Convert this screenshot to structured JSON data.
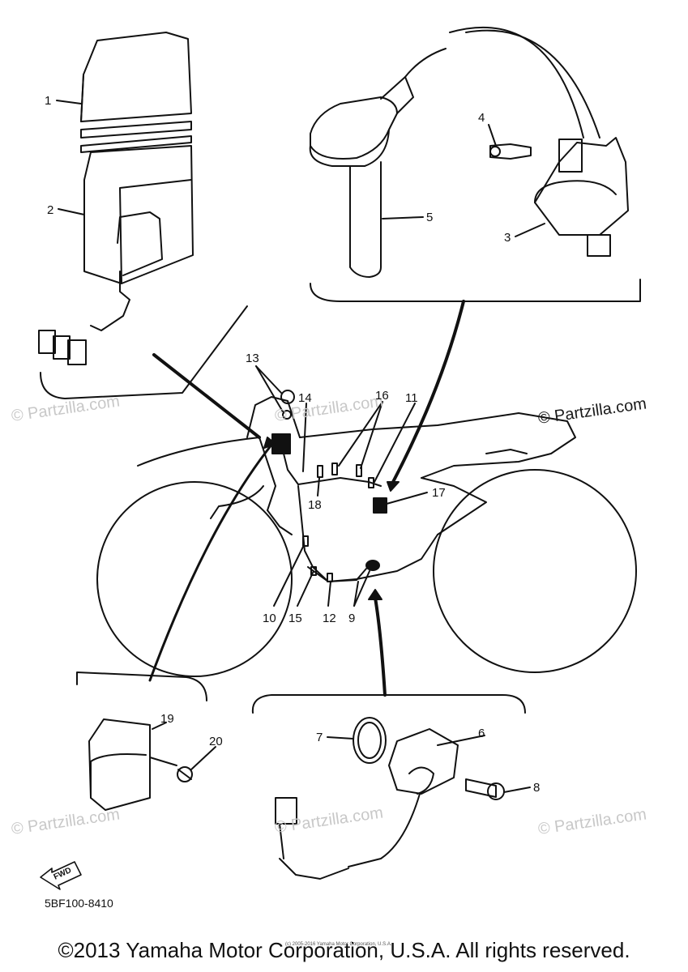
{
  "watermark": "© Partzilla.com",
  "watermark_main": "© Partzilla.com",
  "part_numbers": [
    "1",
    "2",
    "3",
    "4",
    "5",
    "6",
    "7",
    "8",
    "9",
    "10",
    "11",
    "12",
    "13",
    "14",
    "15",
    "16",
    "17",
    "18",
    "19",
    "20"
  ],
  "fwd_label": "FWD",
  "diagram_code": "5BF100-8410",
  "small_print": "(c) 2005-2016 Yamaha Motor Corporation, U.S.A.",
  "copyright": "©2013 Yamaha Motor Corporation, U.S.A. All rights reserved."
}
